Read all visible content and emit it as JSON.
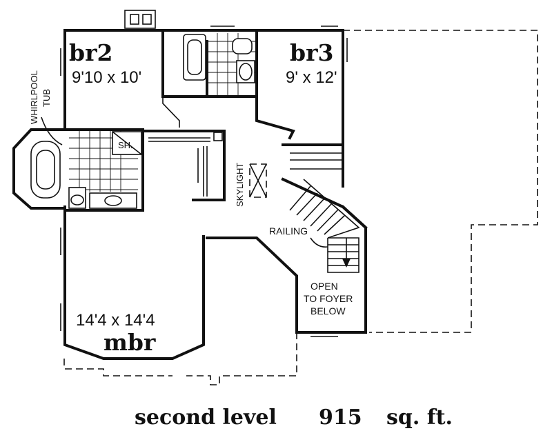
{
  "rooms": {
    "br2": {
      "name": "br2",
      "dims": "9'10 x 10'"
    },
    "br3": {
      "name": "br3",
      "dims": "9' x 12'"
    },
    "mbr": {
      "name": "mbr",
      "dims": "14'4 x 14'4"
    }
  },
  "labels": {
    "whirlpool_line1": "WHIRLPOOL",
    "whirlpool_line2": "TUB",
    "shower": "SH.",
    "skylight": "SKYLIGHT",
    "railing": "RAILING",
    "open_line1": "OPEN",
    "open_line2": "TO FOYER",
    "open_line3": "BELOW"
  },
  "footer": {
    "level": "second level",
    "area": "915",
    "unit": "sq. ft."
  }
}
